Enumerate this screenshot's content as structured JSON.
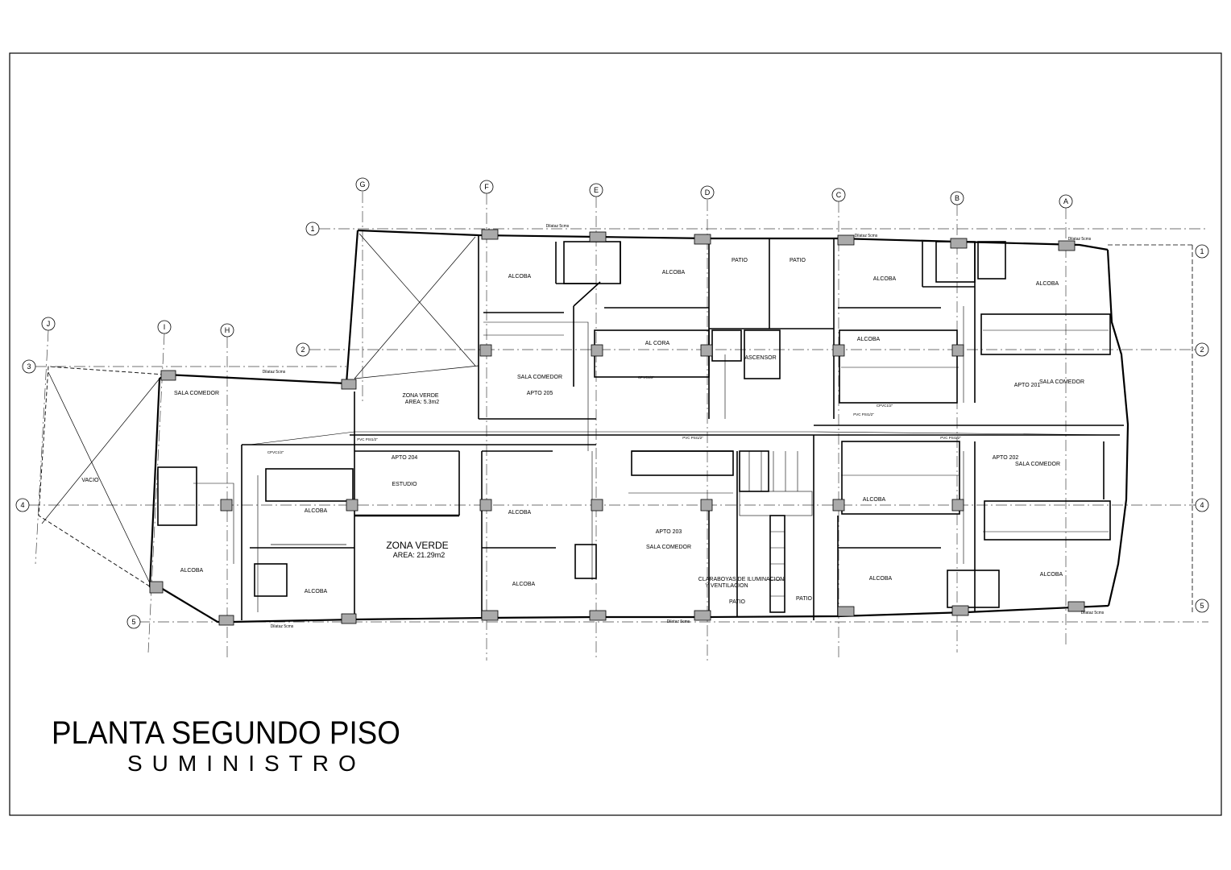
{
  "sheet": {
    "title": "PLANTA SEGUNDO PISO",
    "subtitle": "SUMINISTRO"
  },
  "grid_axes": {
    "letters": [
      "G",
      "F",
      "E",
      "D",
      "C",
      "B",
      "A",
      "J",
      "I",
      "H"
    ],
    "numbers": [
      "1",
      "2",
      "3",
      "4",
      "5"
    ]
  },
  "labels": {
    "alcoba": "ALCOBA",
    "alcoba_typo": "AL CORA",
    "patio": "PATIO",
    "sala_comedor": "SALA COMEDOR",
    "estudio": "ESTUDIO",
    "vacio": "VACIO",
    "ascensor": "ASCENSOR",
    "apto_201": "APTO 201",
    "apto_202": "APTO 202",
    "apto_203": "APTO 203",
    "apto_204": "APTO 204",
    "apto_205": "APTO 205",
    "zona_verde_big": "ZONA VERDE",
    "zona_verde_big_area": "AREA: 21.29m2",
    "zona_verde_small": "ZONA VERDE",
    "zona_verde_small_area": "AREA: 5.3m2",
    "claraboyas": "CLARABOYAS DE ILUMINACION",
    "ventilacion": "Y VENTILACION",
    "dilatacion": "Dilataz 5cms",
    "pvc_pipe": "PVC PSI1/2\"",
    "cpvc": "CPVC1/2\""
  }
}
